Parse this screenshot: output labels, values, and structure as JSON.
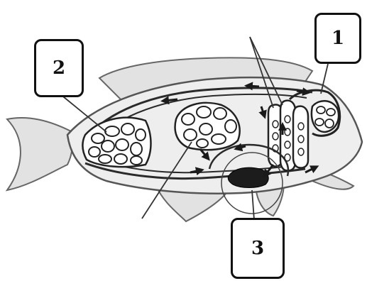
{
  "labels": {
    "one": "1",
    "two": "2",
    "three": "3"
  },
  "colors": {
    "body_fill": "#eeeeee",
    "fin_fill": "#e2e2e2",
    "outline": "#555555",
    "vessel": "#2a2a2a",
    "heart": "#1c1c1c"
  }
}
